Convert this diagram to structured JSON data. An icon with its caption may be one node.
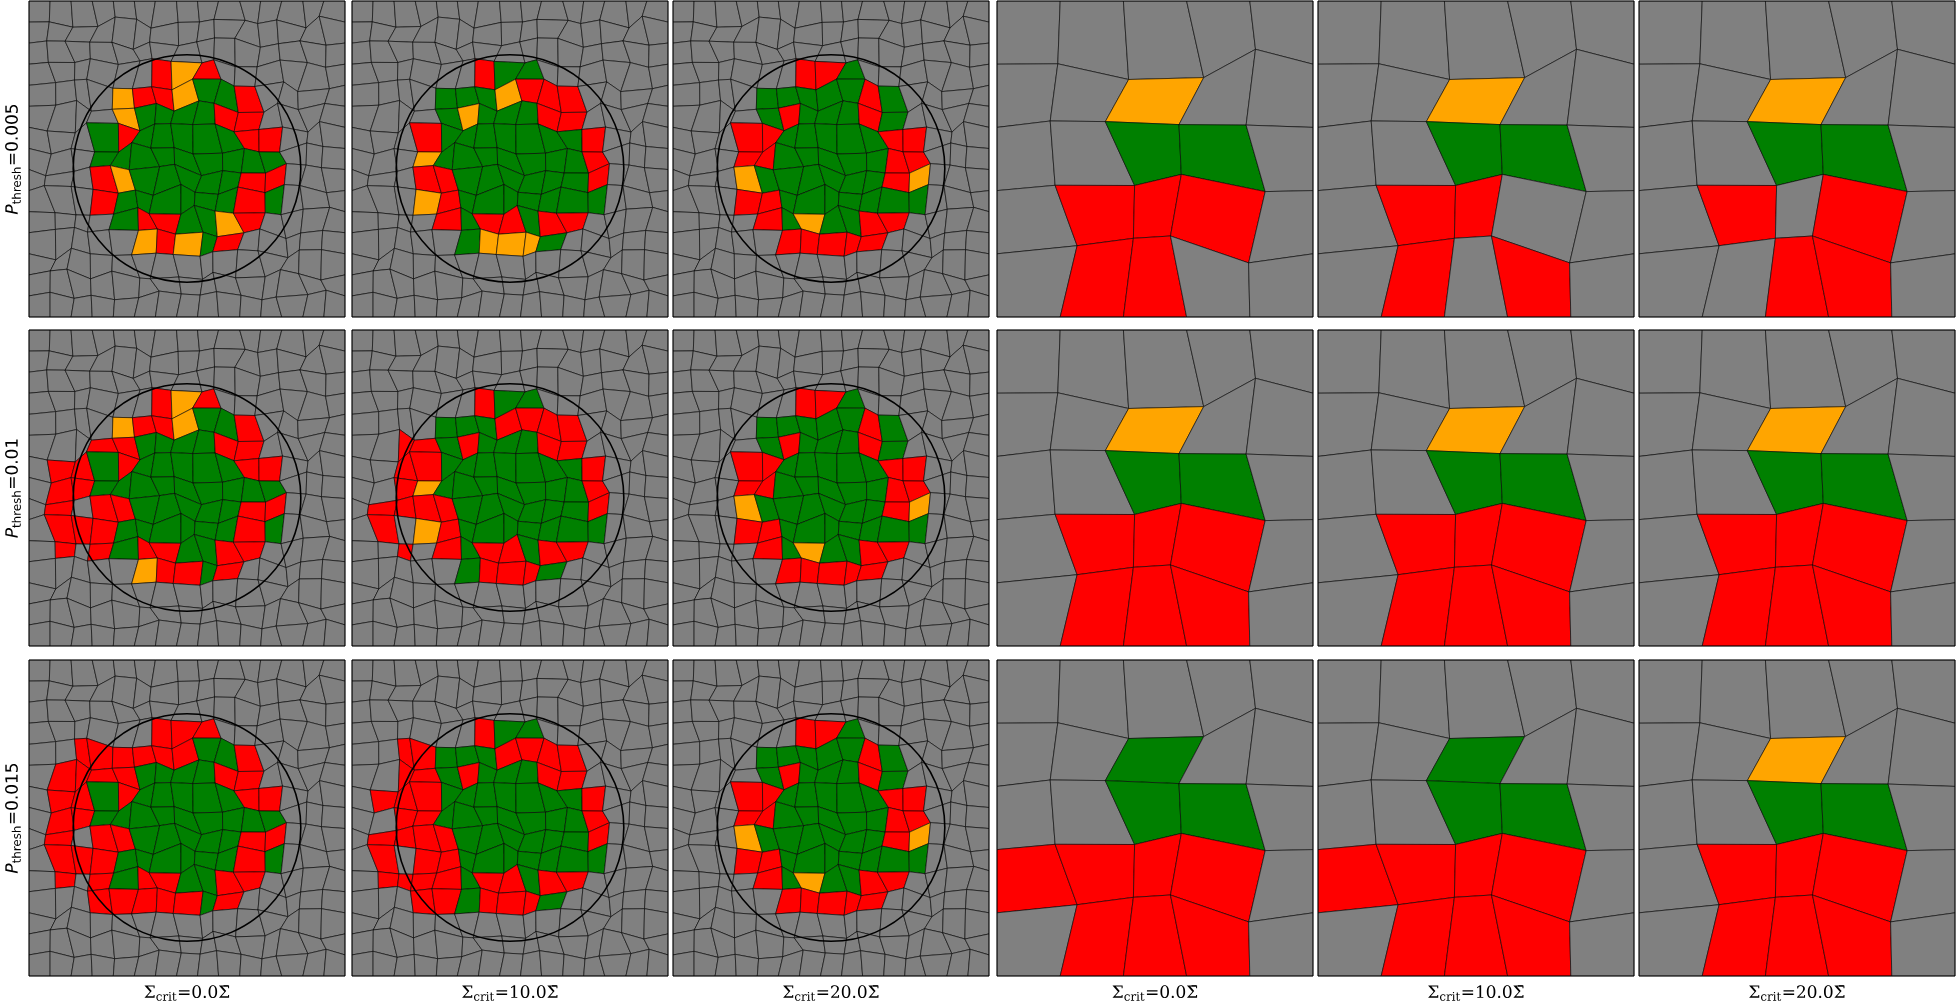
{
  "diagram": {
    "labels": [
      "*P*$_{thresh}$=0.005",
      "*P*$_{thresh}$=0.01",
      "*P*$_{thresh}$=0.015",
      "Σ$_{crit}$=0.0Σ̄",
      "Σ$_{crit}$=10.0Σ̄",
      "Σ$_{crit}$=20.0Σ̄",
      "Σ$_{crit}$=0.0Σ̄",
      "Σ$_{crit}$=10.0Σ̄",
      "Σ$_{crit}$=20.0Σ̄"
    ]
  }
}
